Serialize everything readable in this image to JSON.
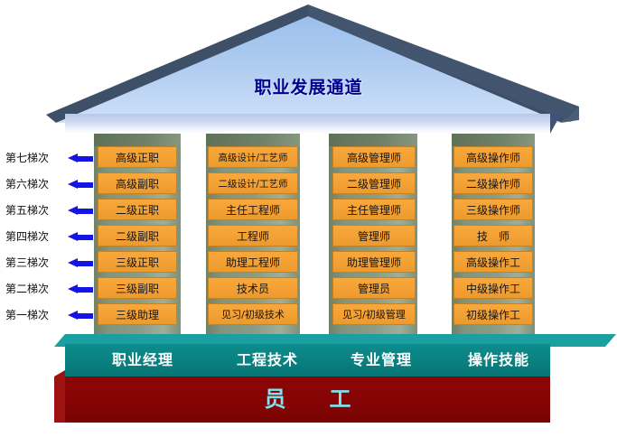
{
  "roof": {
    "title": "职业发展通道",
    "fill_top": "#a8c8ee",
    "fill_bottom": "#c6dcf7",
    "edge_color": "#3e5068",
    "title_color": "#00008f"
  },
  "tiers": [
    {
      "label": "第七梯次"
    },
    {
      "label": "第六梯次"
    },
    {
      "label": "第五梯次"
    },
    {
      "label": "第四梯次"
    },
    {
      "label": "第三梯次"
    },
    {
      "label": "第二梯次"
    },
    {
      "label": "第一梯次"
    }
  ],
  "arrow_color": "#1414e6",
  "columns": [
    {
      "platform_label": "职业经理",
      "levels": [
        "高级正职",
        "高级副职",
        "二级正职",
        "二级副职",
        "三级正职",
        "三级副职",
        "三级助理"
      ]
    },
    {
      "platform_label": "工程技术",
      "levels": [
        "高级设计/工艺师",
        "二级设计/工艺师",
        "主任工程师",
        "工程师",
        "助理工程师",
        "技术员",
        "见习/初级技术"
      ]
    },
    {
      "platform_label": "专业管理",
      "levels": [
        "高级管理师",
        "二级管理师",
        "主任管理师",
        "管理师",
        "助理管理师",
        "管理员",
        "见习/初级管理"
      ]
    },
    {
      "platform_label": "操作技能",
      "levels": [
        "高级操作师",
        "二级操作师",
        "三级操作师",
        "技　师",
        "高级操作工",
        "中级操作工",
        "初级操作工"
      ]
    }
  ],
  "platform": {
    "color": "#0a8080",
    "text_color": "#ffffff"
  },
  "base": {
    "label": "员　工",
    "color": "#860404",
    "text_color": "#7de3f0"
  },
  "pillar": {
    "color": "#8b9c84"
  },
  "level_box": {
    "fill": "#f5a235",
    "border": "#c9801f",
    "text_color": "#141414"
  }
}
